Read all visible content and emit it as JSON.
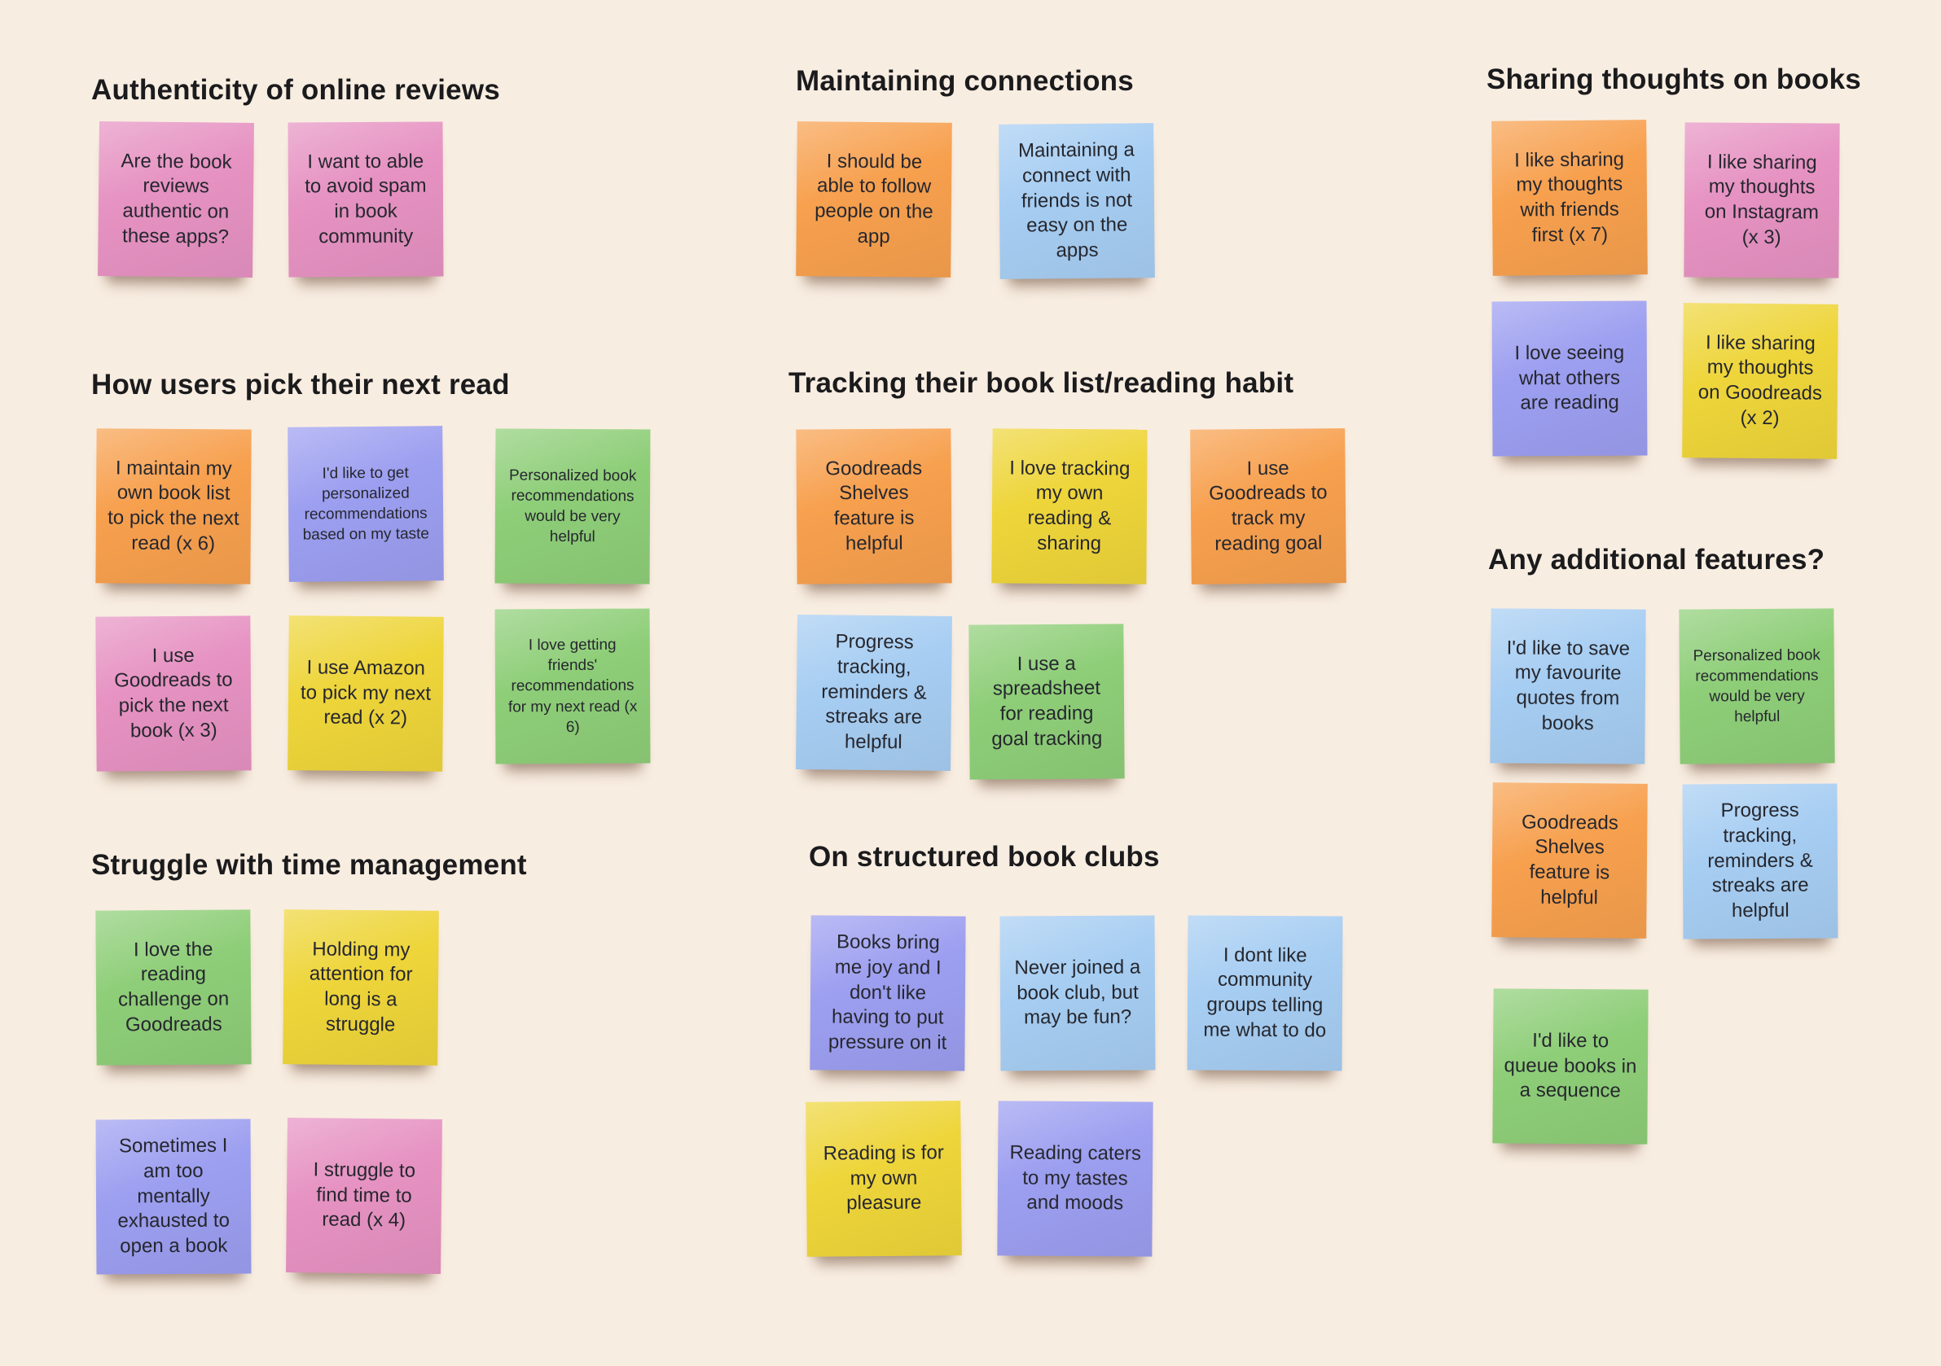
{
  "palette": {
    "background": "#F8EDE1",
    "orange": "#F7A04E",
    "pink": "#E692C2",
    "purple": "#9C9EF0",
    "green": "#8ECE78",
    "yellow": "#EED53A",
    "blue": "#A6CDF2",
    "note_text": "#26272E",
    "heading_text": "#1B1B1D"
  },
  "groups": [
    {
      "id": "authenticity-of-online-reviews",
      "title": "Authenticity of online reviews",
      "notes": [
        {
          "text": "Are the book reviews authentic on these apps?",
          "color": "pink"
        },
        {
          "text": "I want to able to avoid spam in book community",
          "color": "pink"
        }
      ]
    },
    {
      "id": "how-users-pick-their-next-read",
      "title": "How users pick their next read",
      "notes": [
        {
          "text": "I maintain my own book list to pick the next read (x 6)",
          "color": "orange"
        },
        {
          "text": "I'd like to get personalized recommendations based on my taste",
          "color": "purple",
          "small": true
        },
        {
          "text": "Personalized book recommendations would be very helpful",
          "color": "green",
          "small": true
        },
        {
          "text": "I use Goodreads to pick the next book (x 3)",
          "color": "pink"
        },
        {
          "text": "I use Amazon to pick my next read (x 2)",
          "color": "yellow"
        },
        {
          "text": "I love getting friends' recommendations for my next read (x 6)",
          "color": "green",
          "small": true
        }
      ]
    },
    {
      "id": "struggle-with-time-management",
      "title": "Struggle with time management",
      "notes": [
        {
          "text": "I love the reading challenge on Goodreads",
          "color": "green"
        },
        {
          "text": "Holding my attention for long is a struggle",
          "color": "yellow"
        },
        {
          "text": "Sometimes I am too mentally exhausted to open a book",
          "color": "purple"
        },
        {
          "text": "I struggle to find time to read (x 4)",
          "color": "pink"
        }
      ]
    },
    {
      "id": "maintaining-connections",
      "title": "Maintaining connections",
      "notes": [
        {
          "text": "I should be able to follow people on the app",
          "color": "orange"
        },
        {
          "text": "Maintaining a connect with friends is not easy on the apps",
          "color": "blue"
        }
      ]
    },
    {
      "id": "tracking-their-book-list-reading-habit",
      "title": "Tracking their book list/reading habit",
      "notes": [
        {
          "text": "Goodreads Shelves feature is helpful",
          "color": "orange"
        },
        {
          "text": "I love tracking my own reading & sharing",
          "color": "yellow"
        },
        {
          "text": "I use Goodreads to track my reading goal",
          "color": "orange"
        },
        {
          "text": "Progress tracking, reminders & streaks are helpful",
          "color": "blue"
        },
        {
          "text": "I use a spreadsheet for reading goal tracking",
          "color": "green"
        }
      ]
    },
    {
      "id": "on-structured-book-clubs",
      "title": "On structured book clubs",
      "notes": [
        {
          "text": "Books bring me joy and I don't like having to put pressure on it",
          "color": "purple"
        },
        {
          "text": "Never joined a book club, but may be fun?",
          "color": "blue"
        },
        {
          "text": "I dont like community groups telling me what to do",
          "color": "blue"
        },
        {
          "text": "Reading is for my own pleasure",
          "color": "yellow"
        },
        {
          "text": "Reading caters to my tastes and moods",
          "color": "purple"
        }
      ]
    },
    {
      "id": "sharing-thoughts-on-books",
      "title": "Sharing thoughts on books",
      "notes": [
        {
          "text": "I like sharing my thoughts with friends first (x 7)",
          "color": "orange"
        },
        {
          "text": "I like sharing my thoughts on Instagram (x 3)",
          "color": "pink"
        },
        {
          "text": "I love seeing what others are reading",
          "color": "purple"
        },
        {
          "text": "I like sharing my thoughts on Goodreads (x 2)",
          "color": "yellow"
        }
      ]
    },
    {
      "id": "any-additional-features",
      "title": "Any additional features?",
      "notes": [
        {
          "text": "I'd like to save my favourite quotes from books",
          "color": "blue"
        },
        {
          "text": "Personalized book recommendations would be very helpful",
          "color": "green",
          "small": true
        },
        {
          "text": "Goodreads Shelves feature is helpful",
          "color": "orange"
        },
        {
          "text": "Progress tracking, reminders & streaks are helpful",
          "color": "blue"
        },
        {
          "text": "I'd like to queue books in a sequence",
          "color": "green"
        }
      ]
    }
  ]
}
